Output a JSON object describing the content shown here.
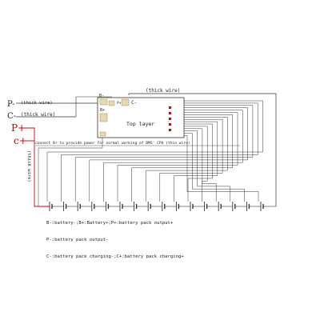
{
  "labels": {
    "p_minus": "P-",
    "c_minus": "C-",
    "p_plus": "P+",
    "c_plus": "c+",
    "thick_wire_top": "(thick wire)",
    "thick_wire_p": "(thick wire)",
    "thick_wire_c": "(thick wire)",
    "thick_wire_vertical": "(thick wire)",
    "board_b_minus": "B-",
    "board_b_plus": "B+",
    "board_c_minus": "C-",
    "board_p_plus": "P+",
    "top_layer": "Top layer",
    "connect_note": "connect B+ to provide power for normal working of BMS' CPU (thin wire)"
  },
  "notes": [
    "B-:battery-;B+:Battery+;P+:battery pack output+",
    "P-:battery pack output-",
    "C-:battery pack charging-;C+:battery pack charging+"
  ],
  "colors": {
    "line": "#333333",
    "red": "#d40000",
    "board_fill": "#ffffff",
    "pad": "#e6d9b0",
    "pad_stroke": "#8a7a40",
    "connector_pin": "#d40000"
  }
}
